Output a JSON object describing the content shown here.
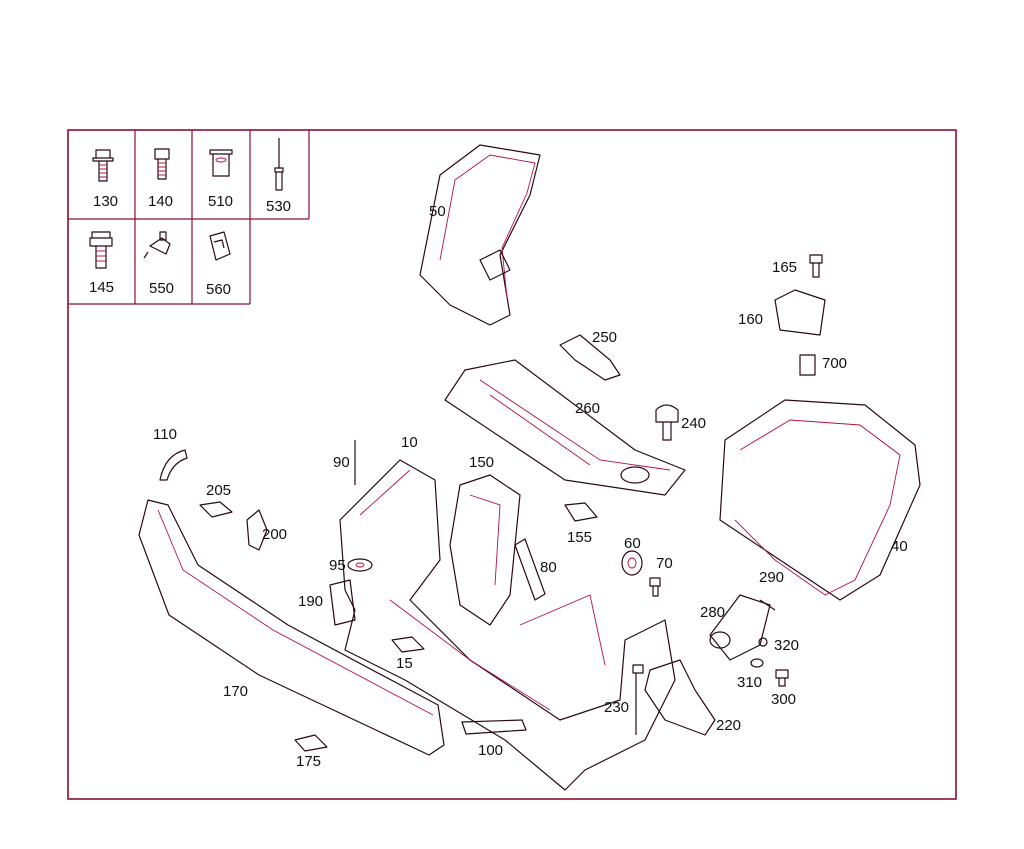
{
  "colors": {
    "frame": "#8a1030",
    "line": "#2a0a12",
    "accent": "#b0143c"
  },
  "fastener_table": [
    "130",
    "140",
    "510",
    "530",
    "145",
    "550",
    "560"
  ],
  "callouts": [
    "50",
    "250",
    "165",
    "160",
    "700",
    "260",
    "240",
    "110",
    "10",
    "150",
    "90",
    "205",
    "200",
    "155",
    "60",
    "70",
    "95",
    "80",
    "190",
    "15",
    "290",
    "280",
    "320",
    "310",
    "300",
    "170",
    "230",
    "220",
    "175",
    "100",
    "40"
  ]
}
